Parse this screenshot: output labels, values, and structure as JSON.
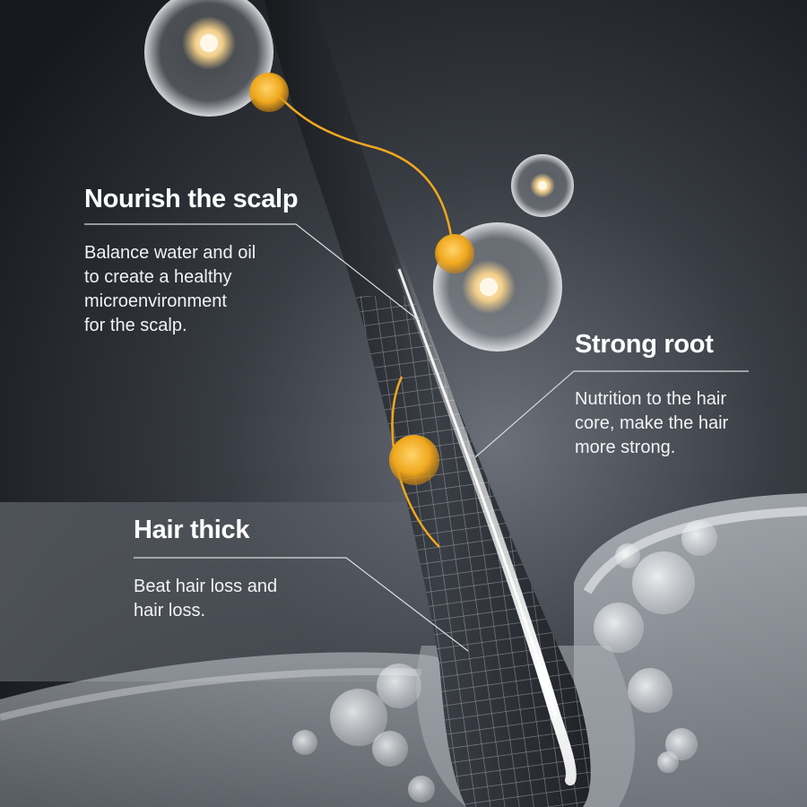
{
  "callouts": {
    "nourish": {
      "title": "Nourish the scalp",
      "lines": [
        "Balance water and oil",
        "to create a healthy",
        "microenvironment",
        "for the scalp."
      ]
    },
    "strong": {
      "title": "Strong root",
      "lines": [
        "Nutrition to the hair",
        "core, make the hair",
        "more strong."
      ]
    },
    "thick": {
      "title": "Hair thick",
      "lines": [
        "Beat hair loss and",
        "hair loss."
      ]
    }
  },
  "colors": {
    "background": "#1a1d22",
    "hair_shaft": "#2b2e33",
    "gold_accent": "#f0a81e",
    "text": "#ffffff",
    "leader_line": "#d9dde2"
  },
  "icons": {
    "nutrient_bubble": "nutrient-bubble-icon",
    "gold_droplet": "gold-droplet-icon",
    "foam_bubble": "foam-bubble-icon"
  }
}
